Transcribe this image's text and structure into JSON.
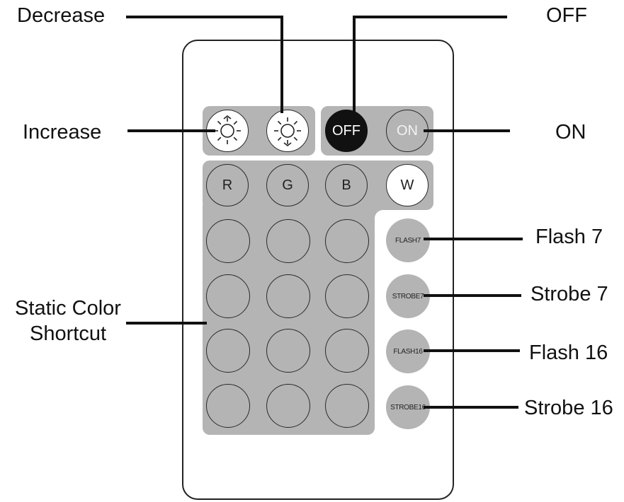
{
  "callouts": {
    "decrease": "Decrease",
    "increase": "Increase",
    "off": "OFF",
    "on": "ON",
    "static_color_line1": "Static Color",
    "static_color_line2": "Shortcut",
    "flash7": "Flash 7",
    "strobe7": "Strobe 7",
    "flash16": "Flash 16",
    "strobe16": "Strobe 16"
  },
  "buttons": {
    "off": "OFF",
    "on": "ON",
    "red": "R",
    "green": "G",
    "blue": "B",
    "white": "W",
    "flash7": "FLASH7",
    "strobe7": "STROBE7",
    "flash16": "FLASH16",
    "strobe16": "STROBE16"
  },
  "icons": {
    "increase": "brightness-up-icon",
    "decrease": "brightness-down-icon"
  },
  "colors": {
    "panel": "#b4b4b4",
    "off_button": "#111111",
    "line": "#111111"
  }
}
